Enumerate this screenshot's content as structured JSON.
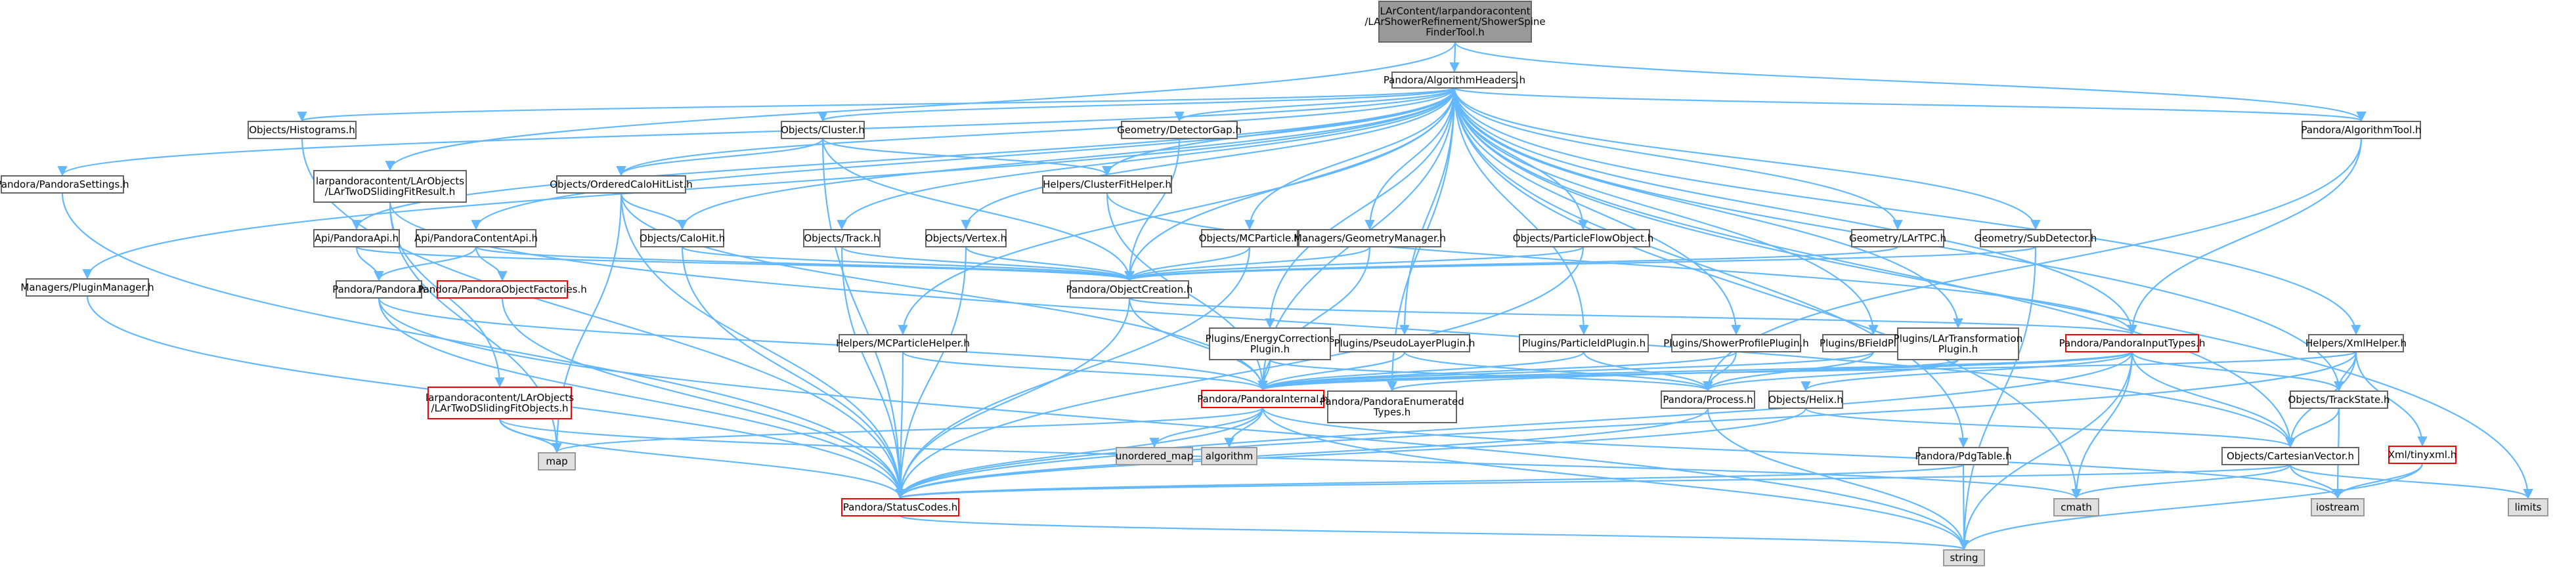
{
  "nodes": [
    {
      "id": "root",
      "lines": [
        "LArContent/larpandoracontent",
        "/LArShowerRefinement/ShowerSpine",
        "FinderTool.h"
      ],
      "style": "root"
    },
    {
      "id": "algheaders",
      "lines": [
        "Pandora/AlgorithmHeaders.h"
      ],
      "style": "normal"
    },
    {
      "id": "pandorasettings",
      "lines": [
        "Pandora/PandoraSettings.h"
      ],
      "style": "normal"
    },
    {
      "id": "pluginmanager",
      "lines": [
        "Managers/PluginManager.h"
      ],
      "style": "normal"
    },
    {
      "id": "histograms",
      "lines": [
        "Objects/Histograms.h"
      ],
      "style": "normal"
    },
    {
      "id": "twodsliding",
      "lines": [
        "larpandoracontent/LArObjects",
        "/LArTwoDSlidingFitResult.h"
      ],
      "style": "normal"
    },
    {
      "id": "apipandoraapi",
      "lines": [
        "Api/PandoraApi.h"
      ],
      "style": "normal"
    },
    {
      "id": "apicontentapi",
      "lines": [
        "Api/PandoraContentApi.h"
      ],
      "style": "normal"
    },
    {
      "id": "pandorah",
      "lines": [
        "Pandora/Pandora.h"
      ],
      "style": "normal"
    },
    {
      "id": "objectfactories",
      "lines": [
        "Pandora/PandoraObjectFactories.h"
      ],
      "style": "red"
    },
    {
      "id": "twodslidingobjects",
      "lines": [
        "larpandoracontent/LArObjects",
        "/LArTwoDSlidingFitObjects.h"
      ],
      "style": "red"
    },
    {
      "id": "map",
      "lines": [
        "map"
      ],
      "style": "grey"
    },
    {
      "id": "cluster",
      "lines": [
        "Objects/Cluster.h"
      ],
      "style": "normal"
    },
    {
      "id": "orderedcalohitlist",
      "lines": [
        "Objects/OrderedCaloHitList.h"
      ],
      "style": "normal"
    },
    {
      "id": "calohit",
      "lines": [
        "Objects/CaloHit.h"
      ],
      "style": "normal"
    },
    {
      "id": "track",
      "lines": [
        "Objects/Track.h"
      ],
      "style": "normal"
    },
    {
      "id": "vertex",
      "lines": [
        "Objects/Vertex.h"
      ],
      "style": "normal"
    },
    {
      "id": "detectorgap",
      "lines": [
        "Geometry/DetectorGap.h"
      ],
      "style": "normal"
    },
    {
      "id": "clusterfithelper",
      "lines": [
        "Helpers/ClusterFitHelper.h"
      ],
      "style": "normal"
    },
    {
      "id": "mcparticle",
      "lines": [
        "Objects/MCParticle.h"
      ],
      "style": "normal"
    },
    {
      "id": "objectcreation",
      "lines": [
        "Pandora/ObjectCreation.h"
      ],
      "style": "normal"
    },
    {
      "id": "geometrymanager",
      "lines": [
        "Managers/GeometryManager.h"
      ],
      "style": "normal"
    },
    {
      "id": "particleflowobject",
      "lines": [
        "Objects/ParticleFlowObject.h"
      ],
      "style": "normal"
    },
    {
      "id": "lartpc",
      "lines": [
        "Geometry/LArTPC.h"
      ],
      "style": "normal"
    },
    {
      "id": "subdetector",
      "lines": [
        "Geometry/SubDetector.h"
      ],
      "style": "normal"
    },
    {
      "id": "algorithmtool",
      "lines": [
        "Pandora/AlgorithmTool.h"
      ],
      "style": "normal"
    },
    {
      "id": "mcparticlehelper",
      "lines": [
        "Helpers/MCParticleHelper.h"
      ],
      "style": "normal"
    },
    {
      "id": "energycorrections",
      "lines": [
        "Plugins/EnergyCorrections",
        "Plugin.h"
      ],
      "style": "normal"
    },
    {
      "id": "pseudolayer",
      "lines": [
        "Plugins/PseudoLayerPlugin.h"
      ],
      "style": "normal"
    },
    {
      "id": "particleid",
      "lines": [
        "Plugins/ParticleIdPlugin.h"
      ],
      "style": "normal"
    },
    {
      "id": "showerprofile",
      "lines": [
        "Plugins/ShowerProfilePlugin.h"
      ],
      "style": "normal"
    },
    {
      "id": "bfield",
      "lines": [
        "Plugins/BFieldPlugin.h"
      ],
      "style": "normal"
    },
    {
      "id": "lartransformation",
      "lines": [
        "Plugins/LArTransformation",
        "Plugin.h"
      ],
      "style": "normal"
    },
    {
      "id": "pandorainputtypes",
      "lines": [
        "Pandora/PandoraInputTypes.h"
      ],
      "style": "red"
    },
    {
      "id": "xmlhelper",
      "lines": [
        "Helpers/XmlHelper.h"
      ],
      "style": "normal"
    },
    {
      "id": "pandorainternal",
      "lines": [
        "Pandora/PandoraInternal.h"
      ],
      "style": "red"
    },
    {
      "id": "enumeratedtypes",
      "lines": [
        "Pandora/PandoraEnumerated",
        "Types.h"
      ],
      "style": "normal"
    },
    {
      "id": "pandoraprocess",
      "lines": [
        "Pandora/Process.h"
      ],
      "style": "normal"
    },
    {
      "id": "helix",
      "lines": [
        "Objects/Helix.h"
      ],
      "style": "normal"
    },
    {
      "id": "trackstate",
      "lines": [
        "Objects/TrackState.h"
      ],
      "style": "normal"
    },
    {
      "id": "tinyxml",
      "lines": [
        "Xml/tinyxml.h"
      ],
      "style": "red"
    },
    {
      "id": "unordered_map",
      "lines": [
        "unordered_map"
      ],
      "style": "grey"
    },
    {
      "id": "algorithm",
      "lines": [
        "algorithm"
      ],
      "style": "grey"
    },
    {
      "id": "pdgtable",
      "lines": [
        "Pandora/PdgTable.h"
      ],
      "style": "normal"
    },
    {
      "id": "cartesianvector",
      "lines": [
        "Objects/CartesianVector.h"
      ],
      "style": "normal"
    },
    {
      "id": "statuscodes",
      "lines": [
        "Pandora/StatusCodes.h"
      ],
      "style": "red"
    },
    {
      "id": "cmath",
      "lines": [
        "cmath"
      ],
      "style": "grey"
    },
    {
      "id": "iostream",
      "lines": [
        "iostream"
      ],
      "style": "grey"
    },
    {
      "id": "limits",
      "lines": [
        "limits"
      ],
      "style": "grey"
    },
    {
      "id": "string",
      "lines": [
        "string"
      ],
      "style": "grey"
    }
  ]
}
